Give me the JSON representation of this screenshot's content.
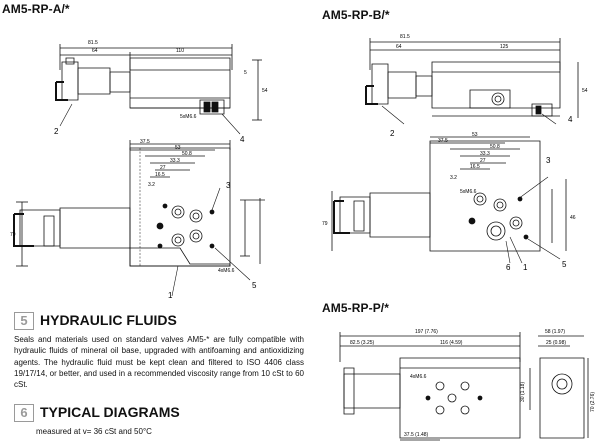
{
  "titles": {
    "a": "AM5-RP-A/*",
    "b": "AM5-RP-B/*",
    "p": "AM5-RP-P/*"
  },
  "sections": {
    "fluids": {
      "number": "5",
      "heading": "HYDRAULIC FLUIDS",
      "body": "Seals and materials used on standard valves AM5-* are fully compatible with hydraulic fluids of mineral oil base, upgraded with antifoaming and antioxidizing agents. The hydraulic fluid must be kept clean and filtered to ISO 4406 class 19/17/14, or better, and used in a recommended viscosity range from 10 cSt to 60 cSt."
    },
    "diagrams": {
      "number": "6",
      "heading": "TYPICAL DIAGRAMS",
      "body": "measured at  v= 36 cSt and 50°C"
    }
  },
  "callouts": {
    "a_top_2": "2",
    "a_top_4": "4",
    "a_bot_3": "3",
    "a_bot_5": "5",
    "a_bot_1": "1",
    "b_top_2": "2",
    "b_top_4": "4",
    "b_bot_3": "3",
    "b_bot_6": "6",
    "b_bot_1": "1",
    "b_bot_5": "5"
  },
  "dims": {
    "a_815": "81.5",
    "a_64": "64",
    "a_110": "110",
    "a_54": "54",
    "a_5": "5",
    "a_5m": "5xM6.6",
    "a_375": "37.5",
    "a_53": "53",
    "a_508": "50.8",
    "a_333": "33.3",
    "a_27": "27",
    "a_165": "16.5",
    "a_32": "3.2",
    "a_79": "79",
    "a_4m": "4xM6.6",
    "b_815": "81.5",
    "b_64": "64",
    "b_125": "125",
    "b_54": "54",
    "b_53": "53",
    "b_375": "37.5",
    "b_508": "50.8",
    "b_333": "33.3",
    "b_27": "27",
    "b_165": "16.5",
    "b_32": "3.2",
    "b_79": "79",
    "b_46": "46",
    "b_5m": "5xM6.6",
    "p_197": "197 (7.76)",
    "p_825": "82.5 (3.25)",
    "p_116": "116 (4.59)",
    "p_58": "58 (1.97)",
    "p_25": "25 (0.98)",
    "p_30": "30 (1.18)",
    "p_70": "70 (2.76)",
    "p_375": "37.5 (1.48)",
    "p_4m": "4xM6.6"
  }
}
